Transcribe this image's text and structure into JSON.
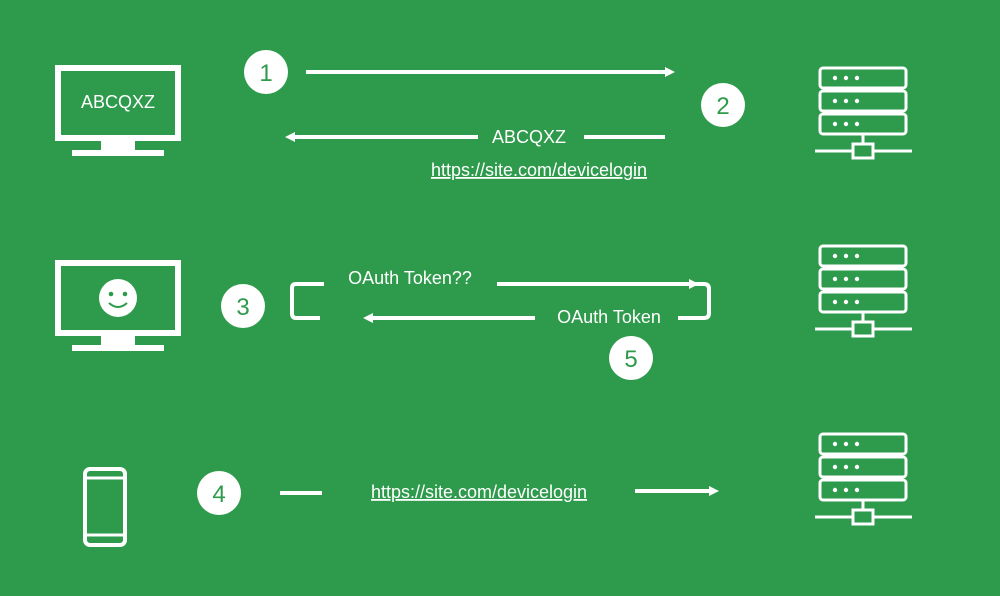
{
  "colors": {
    "background": "#2e9a4b",
    "foreground": "#ffffff"
  },
  "steps": {
    "s1": "1",
    "s2": "2",
    "s3": "3",
    "s4": "4",
    "s5": "5"
  },
  "monitor_top": {
    "code_text": "ABCQXZ",
    "icon": "monitor-icon"
  },
  "monitor_middle": {
    "icon": "monitor-smiley-icon"
  },
  "phone": {
    "icon": "phone-icon"
  },
  "servers": {
    "icon": "server-icon"
  },
  "flow1": {
    "code_label": "ABCQXZ",
    "url_label": "https://site.com/devicelogin"
  },
  "flow2": {
    "request_label": "OAuth Token??",
    "response_label": "OAuth Token"
  },
  "flow3": {
    "url_label": "https://site.com/devicelogin"
  }
}
